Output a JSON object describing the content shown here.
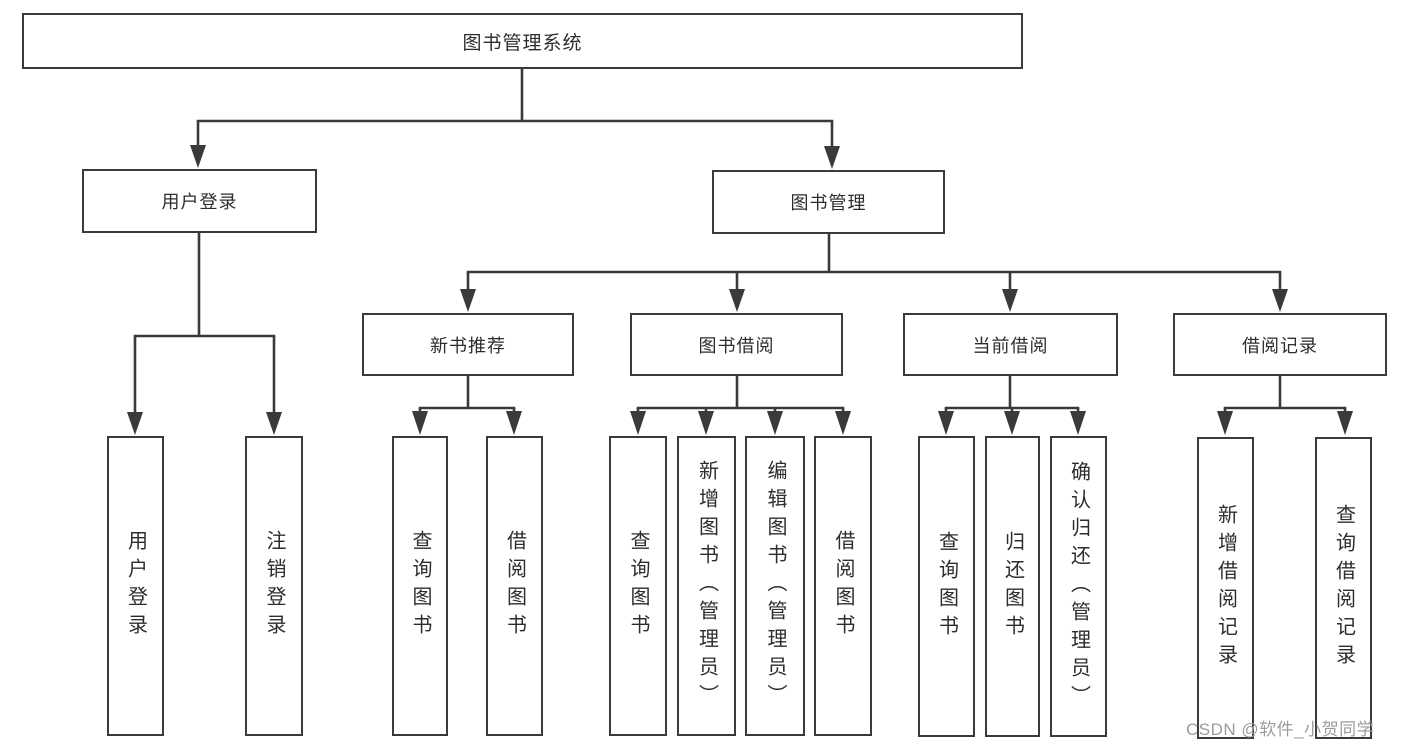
{
  "diagram": {
    "root": "图书管理系统",
    "user_login": {
      "label": "用户登录",
      "children": [
        "用户登录",
        "注销登录"
      ]
    },
    "book_management": {
      "label": "图书管理",
      "sections": [
        {
          "label": "新书推荐",
          "children": [
            "查询图书",
            "借阅图书"
          ]
        },
        {
          "label": "图书借阅",
          "children": [
            "查询图书",
            "新增图书（管理员）",
            "编辑图书（管理员）",
            "借阅图书"
          ]
        },
        {
          "label": "当前借阅",
          "children": [
            "查询图书",
            "归还图书",
            "确认归还（管理员）"
          ]
        },
        {
          "label": "借阅记录",
          "children": [
            "新增借阅记录",
            "查询借阅记录"
          ]
        }
      ]
    },
    "watermark": "CSDN @软件_小贺同学"
  },
  "colors": {
    "line": "#3a3a3a",
    "text": "#2d2d2d",
    "background": "#ffffff",
    "watermark": "#9c9c9c"
  }
}
